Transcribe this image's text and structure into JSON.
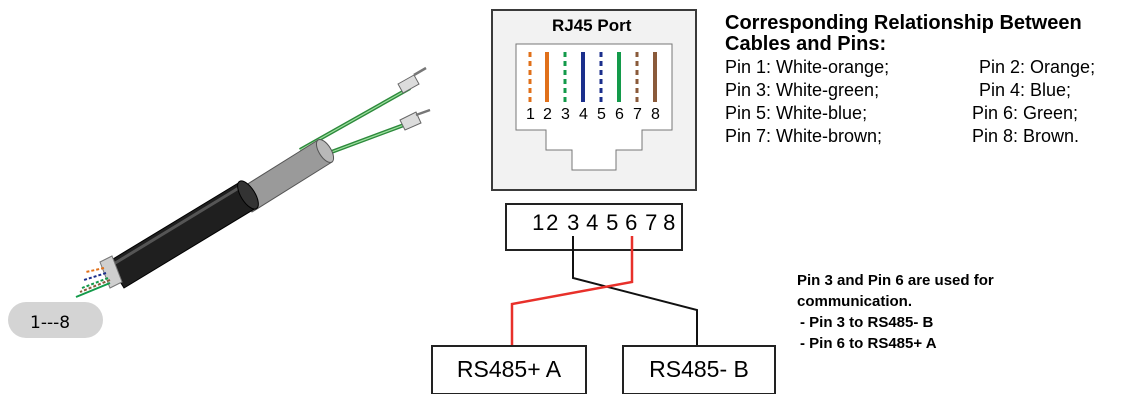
{
  "rj45": {
    "title": "RJ45 Port",
    "pin_numbers": [
      "1",
      "2",
      "3",
      "4",
      "5",
      "6",
      "7",
      "8"
    ]
  },
  "relationship": {
    "title_line1": "Corresponding Relationship Between",
    "title_line2": "Cables and Pins:",
    "rows": [
      {
        "left": "Pin 1: White-orange;",
        "right": "Pin 2: Orange;"
      },
      {
        "left": "Pin 3: White-green;",
        "right": "Pin 4: Blue;"
      },
      {
        "left": "Pin 5: White-blue;",
        "right": "Pin 6: Green;"
      },
      {
        "left": "Pin 7: White-brown;",
        "right": "Pin 8: Brown."
      }
    ]
  },
  "strip": {
    "digits": [
      "1",
      "2",
      "3",
      "4",
      "5",
      "6",
      "7",
      "8"
    ]
  },
  "rs485": {
    "a_label": "RS485+ A",
    "b_label": "RS485- B"
  },
  "communication": {
    "line1": "Pin 3 and Pin 6 are used for",
    "line2": "communication.",
    "line3": "- Pin 3 to RS485- B",
    "line4": "- Pin 6 to RS485+ A"
  },
  "cable": {
    "tag": "1---8"
  },
  "colors": {
    "white_orange": "#e0701a",
    "orange": "#e0701a",
    "white_green": "#139a4a",
    "blue": "#1b2f8c",
    "white_blue": "#1b2f8c",
    "green": "#139a4a",
    "white_brown": "#8a5a3a",
    "brown": "#8a5a3a",
    "red_wire": "#e8302a",
    "black_wire": "#111111",
    "port_bg": "#f0f0f0",
    "port_frame": "#cfcfcf"
  }
}
